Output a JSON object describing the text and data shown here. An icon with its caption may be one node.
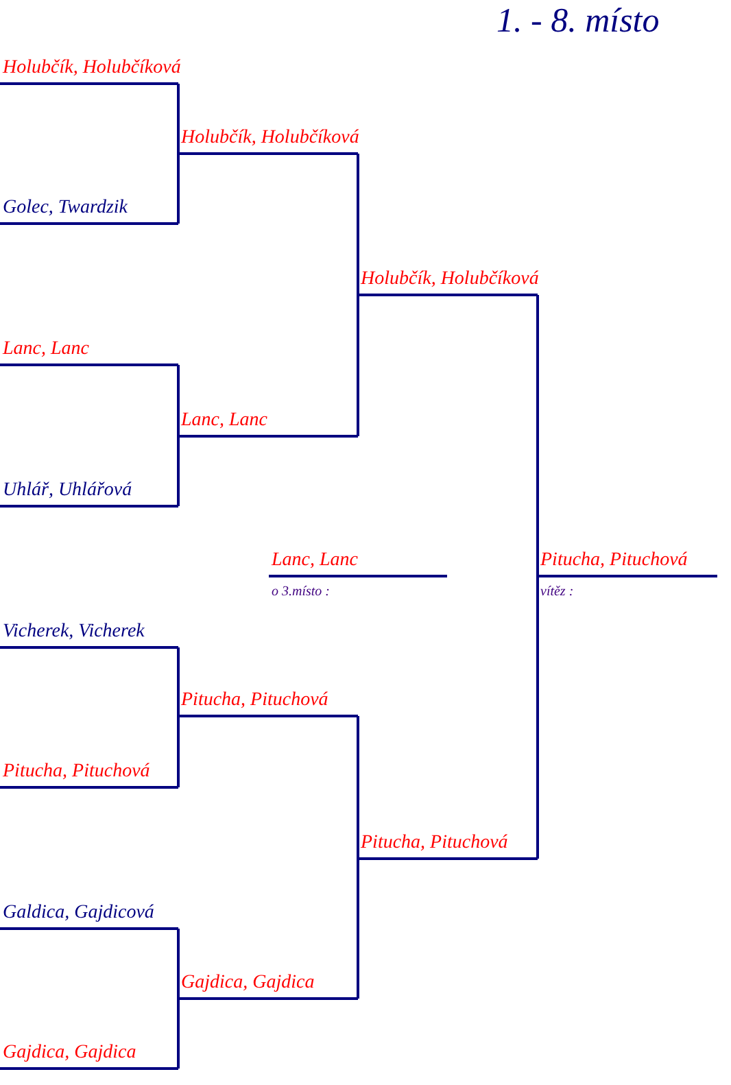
{
  "diagram": {
    "title": "1. - 8. místo",
    "nodes": [
      {
        "text": [
          "Holubčík, Holubčíková"
        ]
      },
      {
        "text": [
          "Golec, Twardzik"
        ]
      },
      {
        "text": [
          "Lanc, Lanc"
        ]
      },
      {
        "text": [
          "Uhlář, Uhlářová"
        ]
      },
      {
        "text": [
          "Vicherek, Vicherek"
        ]
      },
      {
        "text": [
          "Pitucha, Pituchová"
        ]
      },
      {
        "text": [
          "Galdica, Gajdicová"
        ]
      },
      {
        "text": [
          "Gajdica, Gajdica"
        ]
      },
      {
        "text": [
          "Holubčík, Holubčíková"
        ]
      },
      {
        "text": [
          "Lanc, Lanc"
        ]
      },
      {
        "text": [
          "Pitucha, Pituchová"
        ]
      },
      {
        "text": [
          "Gajdica, Gajdica"
        ]
      },
      {
        "text": [
          "Holubčík, Holubčíková"
        ]
      },
      {
        "text": [
          "Pitucha, Pituchová"
        ]
      },
      {
        "text": [
          "Lanc, Lanc"
        ],
        "beside": [
          "o 3.místo :"
        ]
      },
      {
        "text": [
          "Pitucha, Pituchová"
        ],
        "beside": [
          "vítěz :"
        ]
      }
    ],
    "edges": [
      {
        "from": 0,
        "to": 8,
        "arrow": "none"
      },
      {
        "from": 1,
        "to": 8,
        "arrow": "none"
      },
      {
        "from": 2,
        "to": 9,
        "arrow": "none"
      },
      {
        "from": 3,
        "to": 9,
        "arrow": "none"
      },
      {
        "from": 4,
        "to": 10,
        "arrow": "none"
      },
      {
        "from": 5,
        "to": 10,
        "arrow": "none"
      },
      {
        "from": 6,
        "to": 11,
        "arrow": "none"
      },
      {
        "from": 7,
        "to": 11,
        "arrow": "none"
      },
      {
        "from": 8,
        "to": 12,
        "arrow": "none"
      },
      {
        "from": 9,
        "to": 12,
        "arrow": "none"
      },
      {
        "from": 10,
        "to": 13,
        "arrow": "none"
      },
      {
        "from": 11,
        "to": 13,
        "arrow": "none"
      },
      {
        "from": 12,
        "to": 15,
        "arrow": "none"
      },
      {
        "from": 13,
        "to": 15,
        "arrow": "none"
      }
    ]
  }
}
